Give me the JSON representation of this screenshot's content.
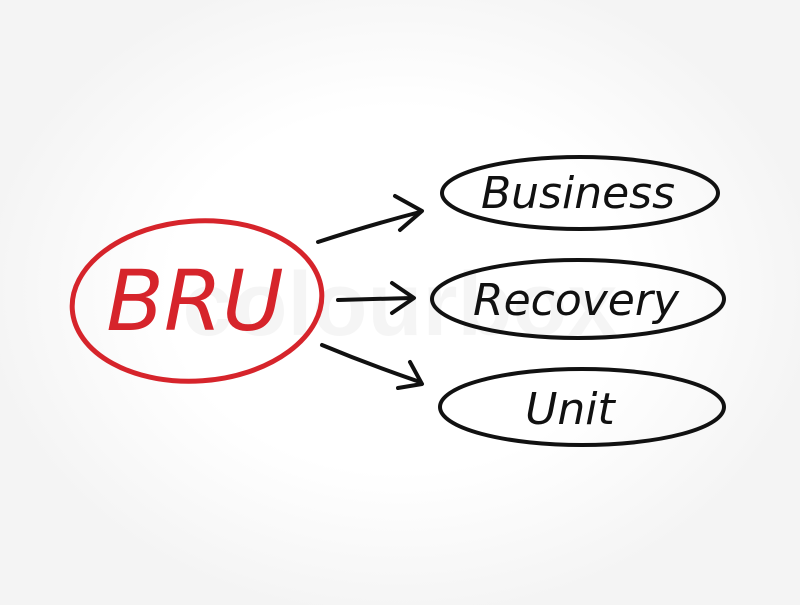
{
  "center": {
    "label": "BRU",
    "color": "#d6242b"
  },
  "items": [
    {
      "label": "Business"
    },
    {
      "label": "Recovery"
    },
    {
      "label": "Unit"
    }
  ],
  "watermark": "colourbox",
  "ink_color": "#111111"
}
